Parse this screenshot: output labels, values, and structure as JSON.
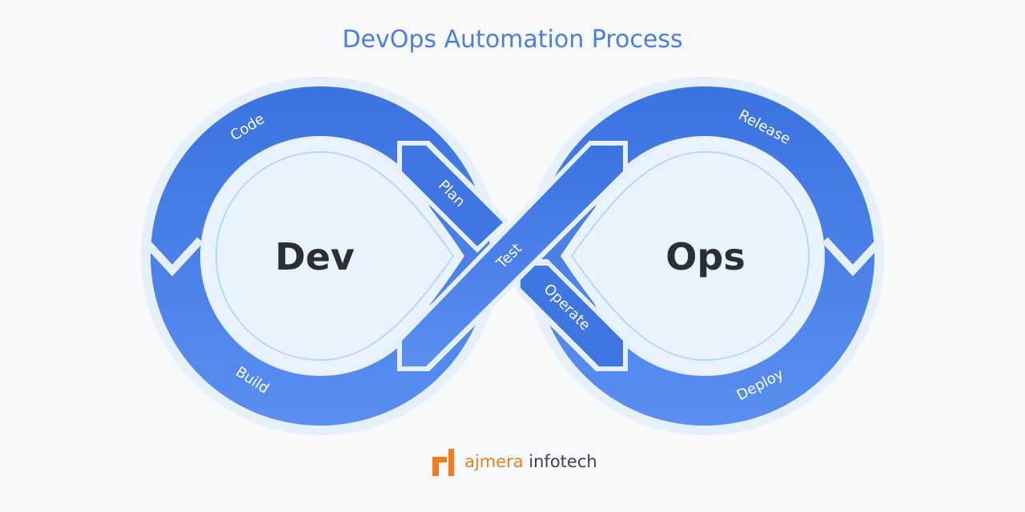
{
  "title": "DevOps Automation Process",
  "colors": {
    "background": "#f8f9fa",
    "ring_blue": "#4a7ee6",
    "ring_light": "#e6f0fb",
    "inner_fill": "#e9f3fd",
    "inner_stroke": "#b8d8f6",
    "title": "#4a7ee6",
    "logo_orange": "#ee7d1d",
    "logo_gray": "#3f4348"
  },
  "loops": {
    "dev": "Dev",
    "ops": "Ops"
  },
  "stages": {
    "code": "Code",
    "plan": "Plan",
    "test": "Test",
    "build": "Build",
    "release": "Release",
    "operate": "Operate",
    "deploy": "Deploy"
  },
  "logo": {
    "brand_part1": "ajmera",
    "brand_part2": "infotech",
    "icon": "ajmera-logo-icon"
  }
}
